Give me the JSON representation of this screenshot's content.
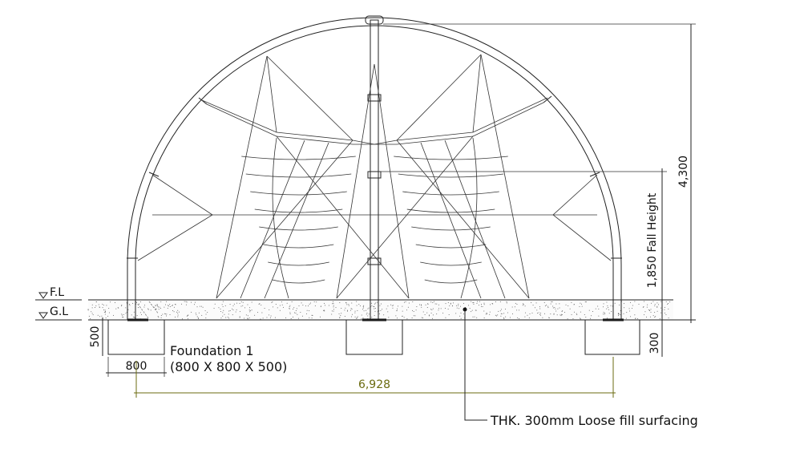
{
  "drawing": {
    "levels": {
      "floor": "F.L",
      "ground": "G.L"
    },
    "dimensions": {
      "total_height": "4,300",
      "fall_height": "1,850 Fall Height",
      "surface_depth": "300",
      "foundation_depth": "500",
      "foundation_width": "800",
      "span": "6,928"
    },
    "foundation": {
      "name": "Foundation 1",
      "size": "(800 X 800 X 500)"
    },
    "surfacing_note": "THK. 300mm Loose fill surfacing",
    "colors": {
      "line": "#222222",
      "span_dimension": "#6b6b10"
    }
  }
}
